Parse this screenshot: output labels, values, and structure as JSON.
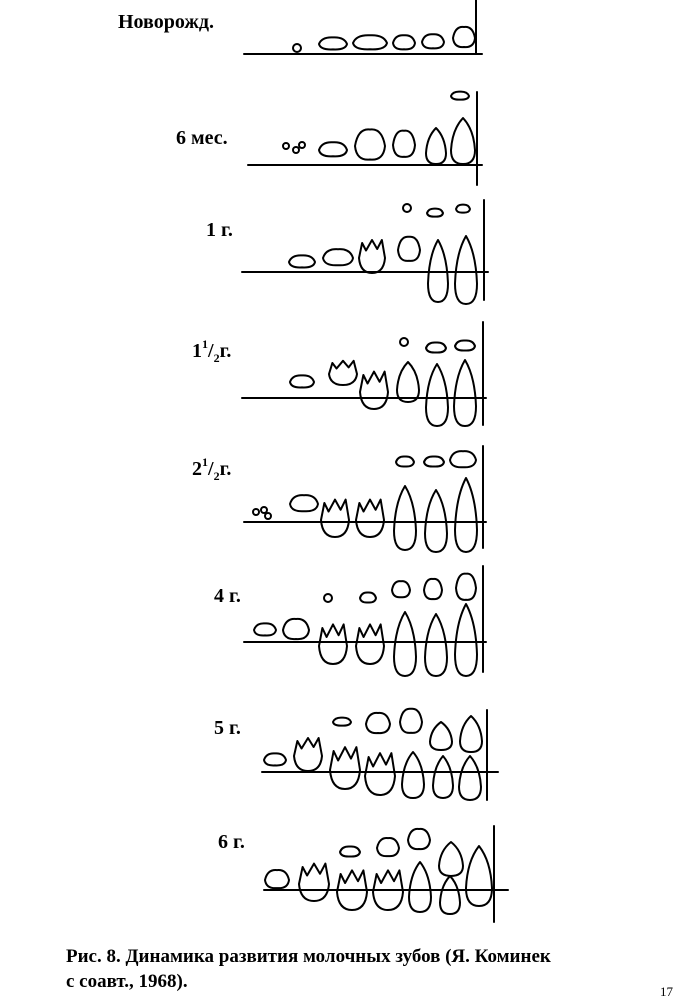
{
  "stages": [
    {
      "label": "Новорожд.",
      "sup": "",
      "sub": "",
      "tail": ""
    },
    {
      "label": "6 мес.",
      "sup": "",
      "sub": "",
      "tail": ""
    },
    {
      "label": "1 г.",
      "sup": "",
      "sub": "",
      "tail": ""
    },
    {
      "label": "1",
      "sup": "1",
      "sub": "2",
      "tail": "г."
    },
    {
      "label": "2",
      "sup": "1",
      "sub": "2",
      "tail": "г."
    },
    {
      "label": "4 г.",
      "sup": "",
      "sub": "",
      "tail": ""
    },
    {
      "label": "5 г.",
      "sup": "",
      "sub": "",
      "tail": ""
    },
    {
      "label": "6 г.",
      "sup": "",
      "sub": "",
      "tail": ""
    }
  ],
  "caption": {
    "line1": "Рис. 8. Динамика развития молочных зубов (Я. Коминек",
    "line2": "с соавт., 1968)."
  },
  "page_number": "17"
}
